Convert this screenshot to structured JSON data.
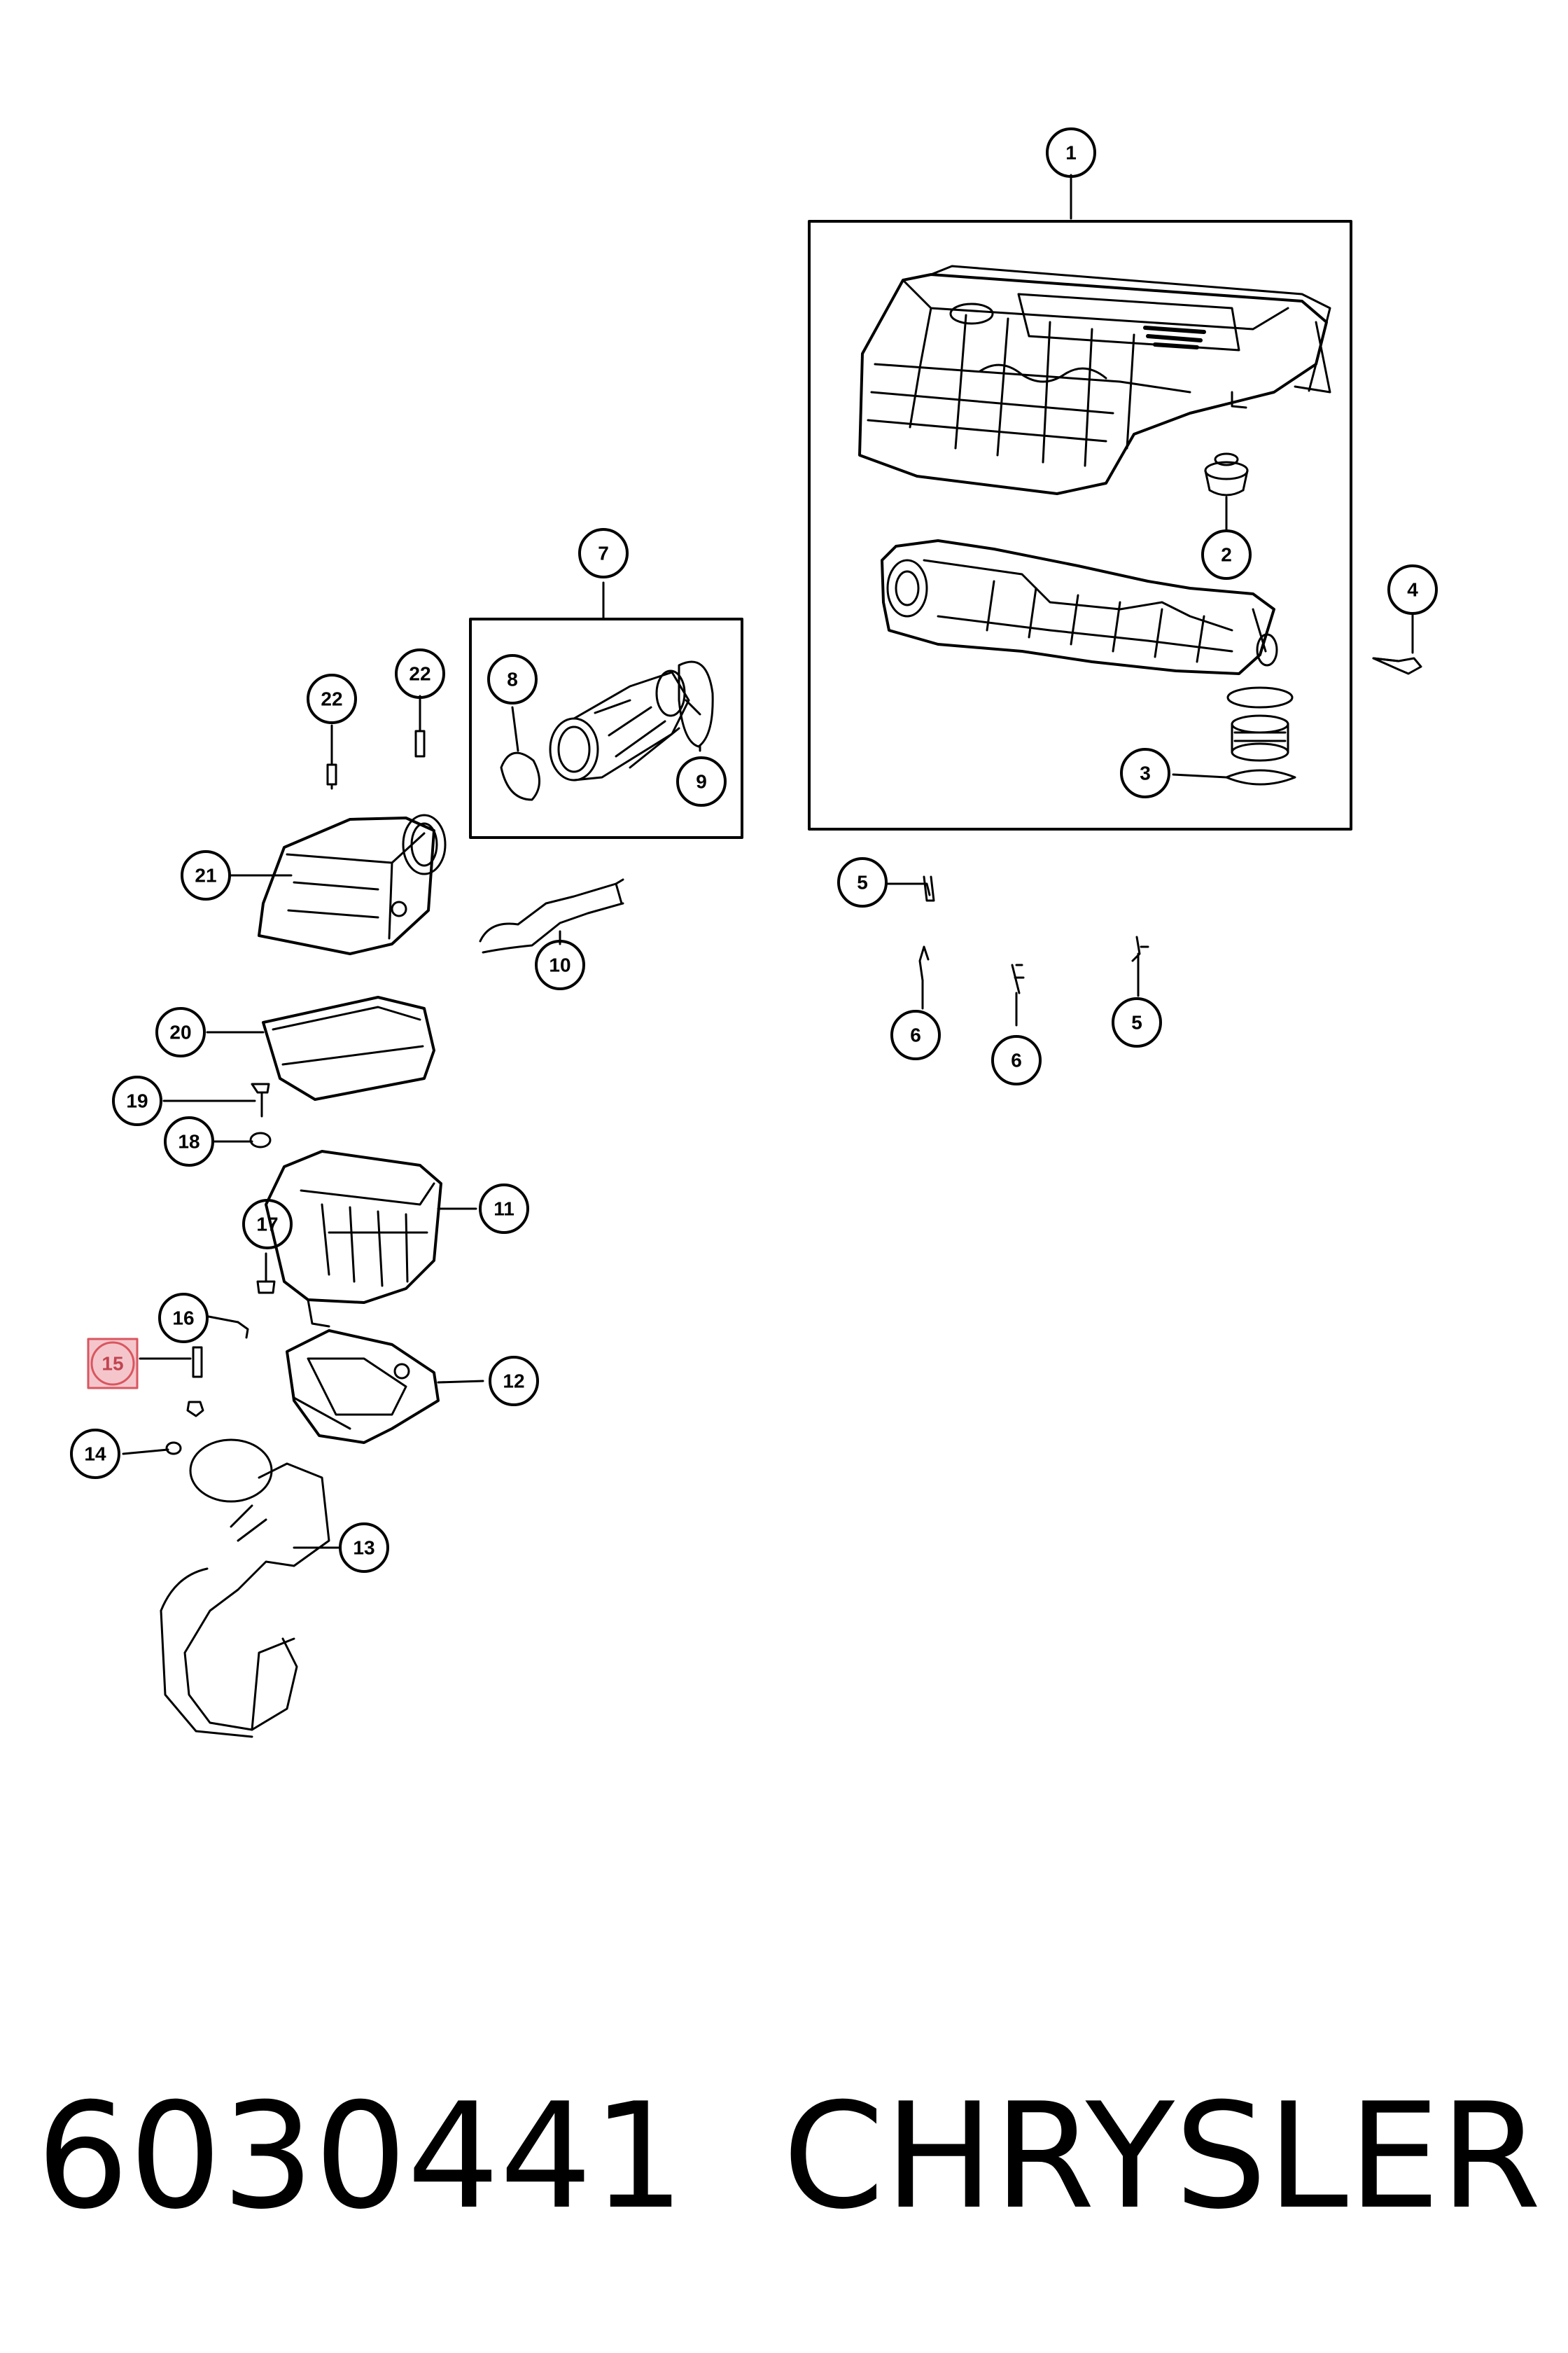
{
  "callouts": [
    {
      "id": "c1",
      "label": "1"
    },
    {
      "id": "c2",
      "label": "2"
    },
    {
      "id": "c3",
      "label": "3"
    },
    {
      "id": "c4",
      "label": "4"
    },
    {
      "id": "c5a",
      "label": "5"
    },
    {
      "id": "c5b",
      "label": "5"
    },
    {
      "id": "c6a",
      "label": "6"
    },
    {
      "id": "c6b",
      "label": "6"
    },
    {
      "id": "c7",
      "label": "7"
    },
    {
      "id": "c8",
      "label": "8"
    },
    {
      "id": "c9",
      "label": "9"
    },
    {
      "id": "c10",
      "label": "10"
    },
    {
      "id": "c11",
      "label": "11"
    },
    {
      "id": "c12",
      "label": "12"
    },
    {
      "id": "c13",
      "label": "13"
    },
    {
      "id": "c14",
      "label": "14"
    },
    {
      "id": "c15",
      "label": "15",
      "highlighted": true
    },
    {
      "id": "c16",
      "label": "16"
    },
    {
      "id": "c17",
      "label": "17"
    },
    {
      "id": "c18",
      "label": "18"
    },
    {
      "id": "c19",
      "label": "19"
    },
    {
      "id": "c20",
      "label": "20"
    },
    {
      "id": "c21",
      "label": "21"
    },
    {
      "id": "c22a",
      "label": "22"
    },
    {
      "id": "c22b",
      "label": "22"
    }
  ],
  "footer": {
    "part_number": "6030441",
    "brand": "CHRYSLER"
  },
  "colors": {
    "line": "#000000",
    "highlight_fill": "#f4c6cc",
    "highlight_stroke": "#d9565f"
  }
}
